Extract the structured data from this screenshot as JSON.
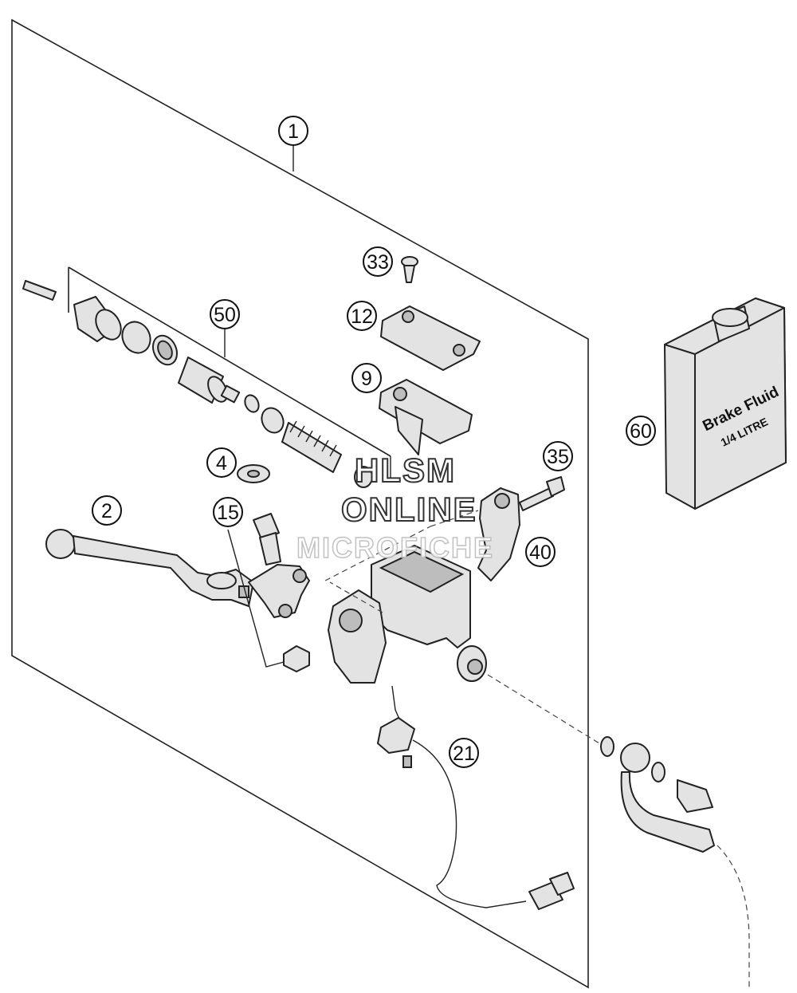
{
  "diagram": {
    "callouts": [
      "1",
      "2",
      "4",
      "9",
      "12",
      "15",
      "21",
      "33",
      "35",
      "40",
      "50",
      "60"
    ],
    "bottle": {
      "line1": "Brake Fluid",
      "line2": "1/4 LITRE"
    },
    "watermark": {
      "line1": "HLSM",
      "line2": "ONLINE",
      "line3": "MICROFICHE"
    }
  }
}
